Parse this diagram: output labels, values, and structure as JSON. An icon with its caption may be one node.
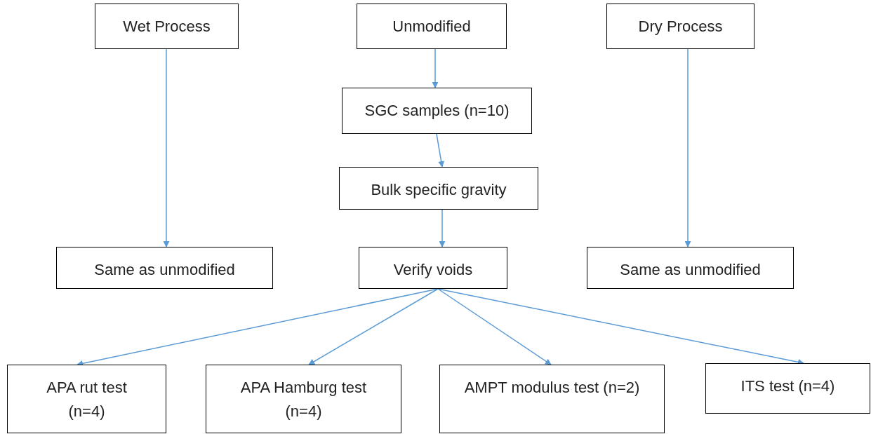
{
  "diagram": {
    "nodes": [
      {
        "text": [
          "Wet Process"
        ]
      },
      {
        "text": [
          "Unmodified"
        ]
      },
      {
        "text": [
          "Dry Process"
        ]
      },
      {
        "text": [
          "SGC samples (n=10)"
        ]
      },
      {
        "text": [
          "Bulk specific gravity"
        ]
      },
      {
        "text": [
          "Same as unmodified"
        ]
      },
      {
        "text": [
          "Verify voids"
        ]
      },
      {
        "text": [
          "Same as unmodified"
        ]
      },
      {
        "text": [
          "APA rut test (n=4)"
        ]
      },
      {
        "text": [
          "APA Hamburg test (n=4)"
        ]
      },
      {
        "text": [
          "AMPT modulus test (n=2)"
        ]
      },
      {
        "text": [
          "ITS test (n=4)"
        ]
      }
    ],
    "edges": [
      {
        "from": 0,
        "to": 5,
        "arrow": "to"
      },
      {
        "from": 1,
        "to": 3,
        "arrow": "to"
      },
      {
        "from": 3,
        "to": 4,
        "arrow": "to"
      },
      {
        "from": 4,
        "to": 6,
        "arrow": "to"
      },
      {
        "from": 2,
        "to": 7,
        "arrow": "to"
      },
      {
        "from": 6,
        "to": 8,
        "arrow": "to"
      },
      {
        "from": 6,
        "to": 9,
        "arrow": "to"
      },
      {
        "from": 6,
        "to": 10,
        "arrow": "to"
      },
      {
        "from": 6,
        "to": 11,
        "arrow": "to"
      }
    ]
  }
}
